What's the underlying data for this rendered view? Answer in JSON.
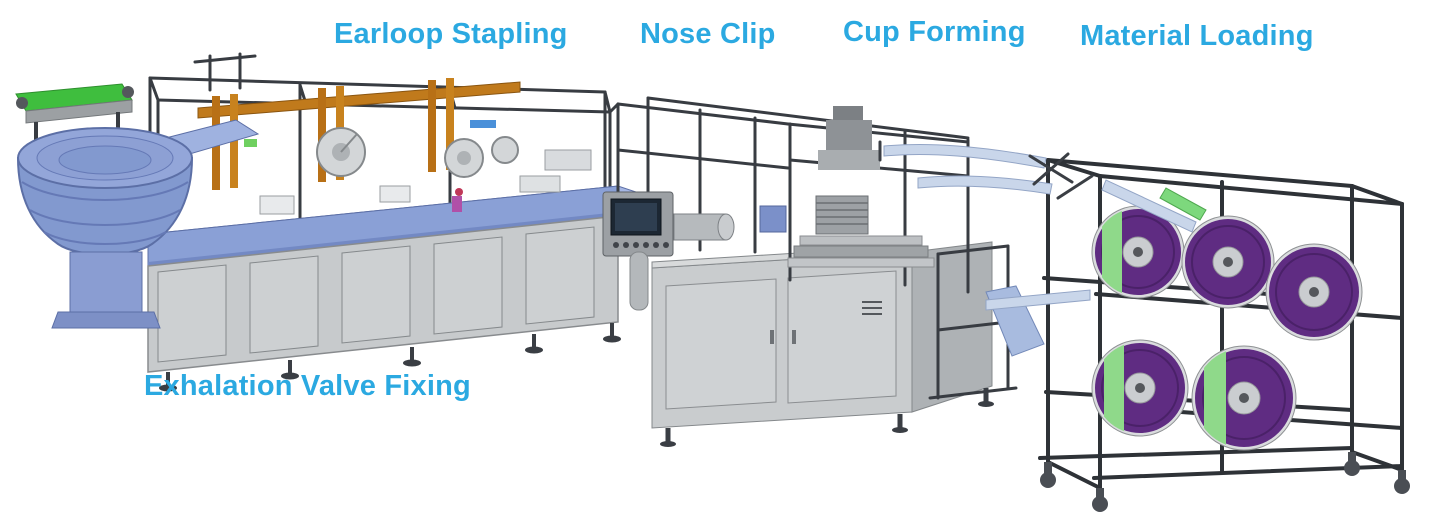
{
  "figure": {
    "kind": "3d-machine-illustration",
    "subject": "cup-mask-production-line"
  },
  "labels": {
    "earloop": {
      "text": "Earloop Stapling"
    },
    "nose_clip": {
      "text": "Nose Clip"
    },
    "cup_forming": {
      "text": "Cup Forming"
    },
    "material_loading": {
      "text": "Material Loading"
    },
    "exhalation_valve": {
      "text": "Exhalation Valve Fixing"
    }
  },
  "colors": {
    "label_text": "#2BA9E1",
    "machine_blue": "#8AA0D6",
    "machine_blue_dark": "#5C6FA6",
    "panel_gray": "#C7CACC",
    "frame_dark": "#383C42",
    "rail_orange": "#C07A1C",
    "roll_purple": "#5F2C82",
    "belt_green": "#3FBE3E",
    "band_green": "#8FD98A",
    "web_fabric": "#C9D6EA"
  }
}
